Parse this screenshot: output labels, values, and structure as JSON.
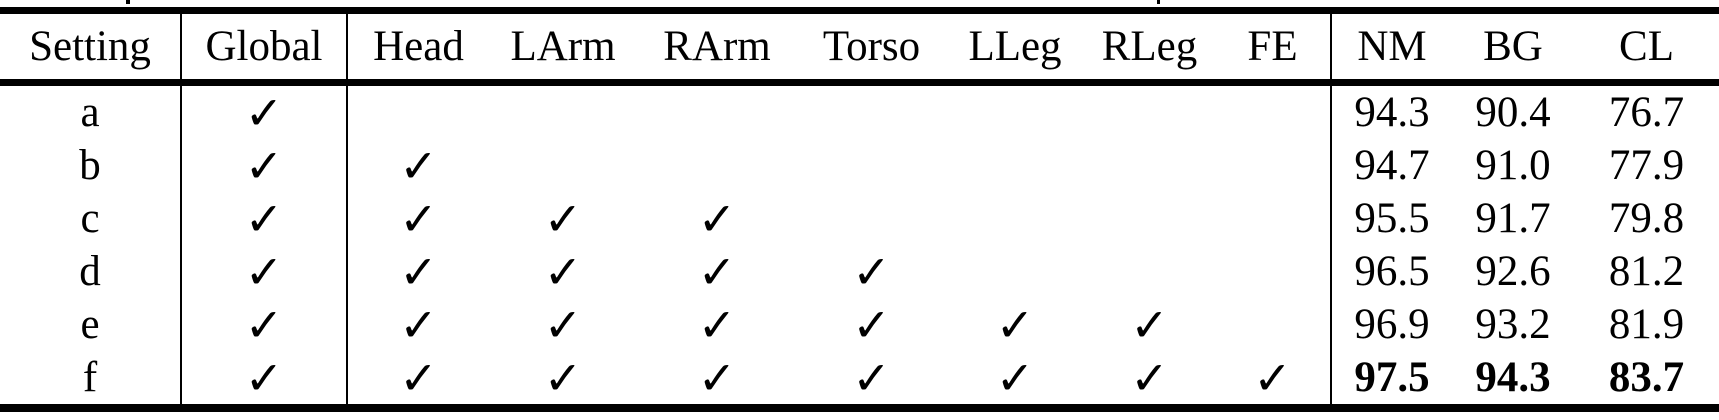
{
  "colors": {
    "text": "#000000",
    "background": "#ffffff",
    "rule": "#000000"
  },
  "table": {
    "check_glyph": "✓",
    "columns": [
      "Setting",
      "Global",
      "Head",
      "LArm",
      "RArm",
      "Torso",
      "LLeg",
      "RLeg",
      "FE",
      "NM",
      "BG",
      "CL"
    ],
    "rows": [
      {
        "setting": "a",
        "checks": [
          "✓",
          "",
          "",
          "",
          "",
          "",
          "",
          ""
        ],
        "values": [
          "94.3",
          "90.4",
          "76.7"
        ]
      },
      {
        "setting": "b",
        "checks": [
          "✓",
          "✓",
          "",
          "",
          "",
          "",
          "",
          ""
        ],
        "values": [
          "94.7",
          "91.0",
          "77.9"
        ]
      },
      {
        "setting": "c",
        "checks": [
          "✓",
          "✓",
          "✓",
          "✓",
          "",
          "",
          "",
          ""
        ],
        "values": [
          "95.5",
          "91.7",
          "79.8"
        ]
      },
      {
        "setting": "d",
        "checks": [
          "✓",
          "✓",
          "✓",
          "✓",
          "✓",
          "",
          "",
          ""
        ],
        "values": [
          "96.5",
          "92.6",
          "81.2"
        ]
      },
      {
        "setting": "e",
        "checks": [
          "✓",
          "✓",
          "✓",
          "✓",
          "✓",
          "✓",
          "✓",
          ""
        ],
        "values": [
          "96.9",
          "93.2",
          "81.9"
        ]
      },
      {
        "setting": "f",
        "checks": [
          "✓",
          "✓",
          "✓",
          "✓",
          "✓",
          "✓",
          "✓",
          "✓"
        ],
        "values": [
          "97.5",
          "94.3",
          "83.7"
        ]
      }
    ]
  }
}
